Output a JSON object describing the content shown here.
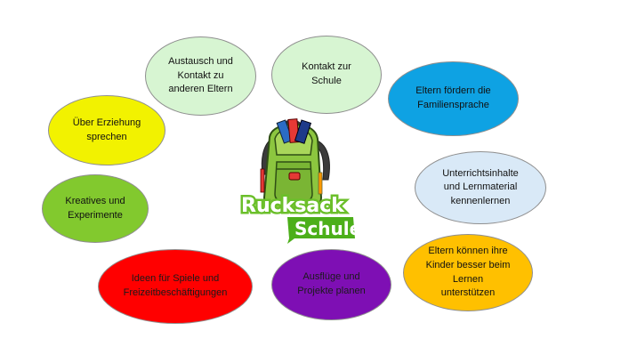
{
  "diagram": {
    "center": {
      "logo_word_1": "Rucksack",
      "logo_word_2": "Schule"
    },
    "bubbles": [
      {
        "id": "austausch",
        "text": "Austausch und\nKontakt zu\nanderen Eltern",
        "color": "#d7f5d2"
      },
      {
        "id": "kontakt",
        "text": "Kontakt zur\nSchule",
        "color": "#d7f5d2"
      },
      {
        "id": "familie",
        "text": "Eltern fördern die\nFamiliensprache",
        "color": "#0ea2e3"
      },
      {
        "id": "erziehung",
        "text": "Über Erziehung\nsprechen",
        "color": "#f2f200"
      },
      {
        "id": "unterricht",
        "text": "Unterrichtsinhalte\nund Lernmaterial\nkennenlernen",
        "color": "#d9e9f7"
      },
      {
        "id": "kreativ",
        "text": "Kreatives und\nExperimente",
        "color": "#82c92e"
      },
      {
        "id": "eltern",
        "text": "Eltern können ihre\nKinder besser beim\nLernen\nunterstützen",
        "color": "#ffc000"
      },
      {
        "id": "ideen",
        "text": "Ideen für Spiele und\nFreizeitbeschäftigungen",
        "color": "#ff0000"
      },
      {
        "id": "ausfluege",
        "text": "Ausflüge und\nProjekte planen",
        "color": "#7e0fb4"
      }
    ]
  }
}
